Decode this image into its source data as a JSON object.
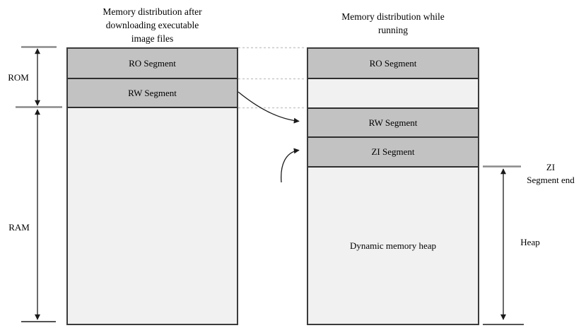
{
  "colors": {
    "segment_fill": "#c2c2c2",
    "light_fill": "#f1f1f1",
    "box_border": "#3b3b3b",
    "guide_dash": "#c9c9c9",
    "tick_gray": "#8a8a8a",
    "arrow_black": "#1a1a1a"
  },
  "left_column": {
    "title_lines": [
      "Memory distribution after",
      "downloading executable",
      "image files"
    ],
    "segments": {
      "ro": "RO Segment",
      "rw": "RW Segment"
    }
  },
  "right_column": {
    "title_lines": [
      "Memory distribution while",
      "running"
    ],
    "segments": {
      "ro": "RO Segment",
      "rw": "RW Segment",
      "zi": "ZI Segment",
      "heap": "Dynamic memory heap"
    }
  },
  "annotations": {
    "rom": "ROM",
    "ram": "RAM",
    "heap": "Heap",
    "zi_end_line1": "ZI",
    "zi_end_line2": "Segment end"
  }
}
